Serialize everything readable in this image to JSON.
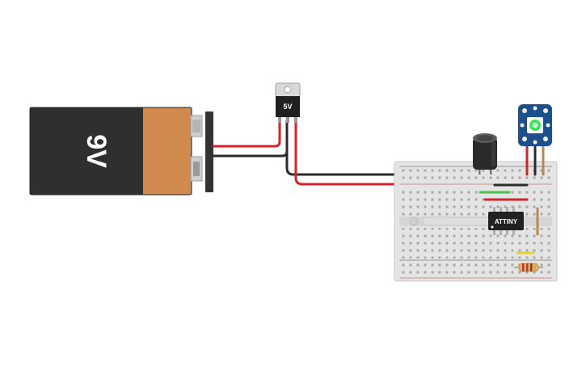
{
  "battery": {
    "label": "9V"
  },
  "regulator": {
    "label": "5V"
  },
  "chip": {
    "label": "ATTINY"
  },
  "colors": {
    "wire_red": "#d4232a",
    "wire_black": "#2b2b2b",
    "battery_body": "#2f2f2f",
    "battery_label": "#d08a4e",
    "breadboard": "#e4e4e4",
    "led_board": "#1d4f8a",
    "led_green": "#39e35a"
  }
}
